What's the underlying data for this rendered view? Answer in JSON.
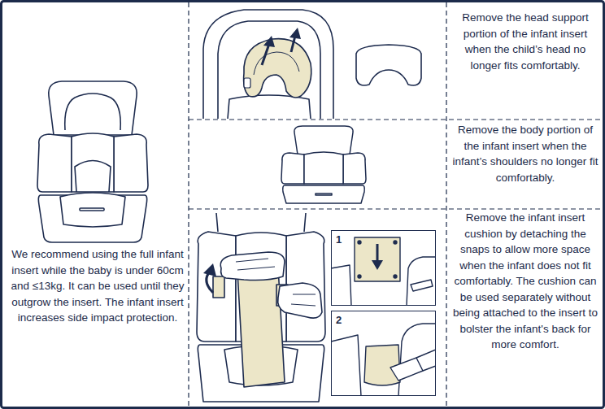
{
  "diagram": {
    "nodes": [
      {
        "text": [
          "We recommend using the full infant insert while the baby is under 60cm and ≤13kg. It can be used until they outgrow the insert. The infant insert increases side impact protection."
        ]
      },
      {
        "text": [
          "Remove the head support portion of the infant insert when the child’s head no longer fits comfortably."
        ]
      },
      {
        "text": [
          "Remove the body portion of the infant insert when the infant’s shoulders no longer fit comfortably."
        ]
      },
      {
        "text": [
          "1"
        ]
      },
      {
        "text": [
          "2"
        ]
      },
      {
        "text": [
          "Remove the infant insert cushion by detaching the snaps to allow more space when the infant does not fit comfortably. The cushion can be used separately without being attached to the insert to bolster the infant's back for more comfort."
        ]
      }
    ]
  }
}
